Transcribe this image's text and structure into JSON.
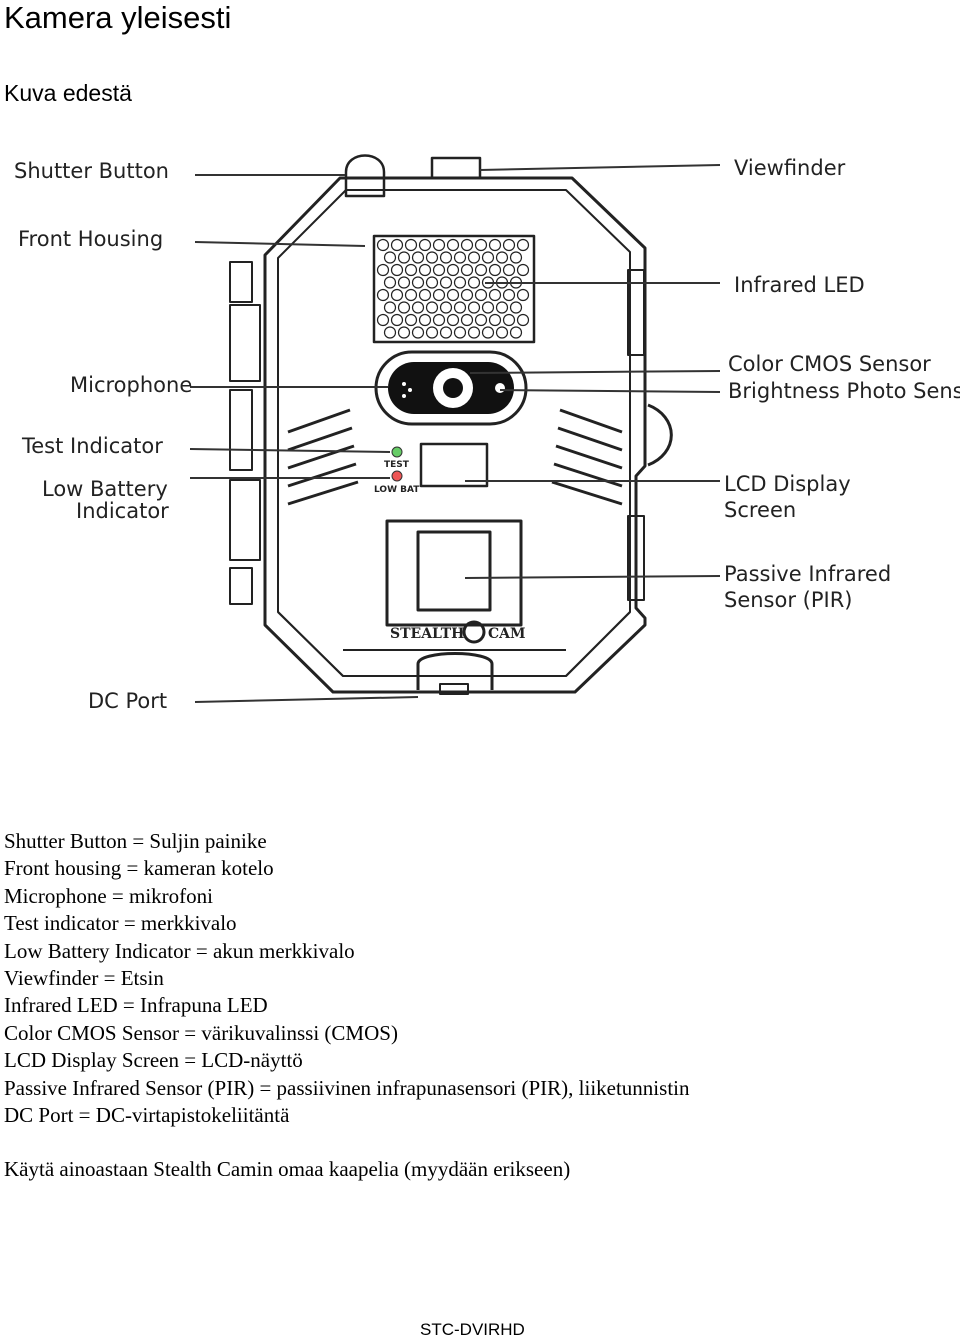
{
  "title": "Kamera yleisesti",
  "subtitle": "Kuva edestä",
  "diagram": {
    "labels": {
      "shutter_button": "Shutter Button",
      "front_housing": "Front Housing",
      "microphone": "Microphone",
      "test_indicator": "Test Indicator",
      "low_battery_1": "Low Battery",
      "low_battery_2": "Indicator",
      "dc_port": "DC Port",
      "viewfinder": "Viewfinder",
      "infrared_led": "Infrared LED",
      "color_cmos": "Color CMOS Sensor",
      "brightness": "Brightness Photo Sensor",
      "lcd_1": "LCD Display",
      "lcd_2": "Screen",
      "pir_1": "Passive Infrared",
      "pir_2": "Sensor (PIR)",
      "cam_test": "TEST",
      "cam_lowbat": "LOW BAT",
      "brand_left": "STEALTH",
      "brand_right": "CAM"
    }
  },
  "legend": [
    "Shutter Button = Suljin painike",
    "Front housing = kameran kotelo",
    "Microphone = mikrofoni",
    "Test indicator = merkkivalo",
    "Low Battery Indicator = akun merkkivalo",
    "Viewfinder = Etsin",
    "Infrared LED = Infrapuna LED",
    "Color CMOS Sensor  = värikuvalinssi (CMOS)",
    "LCD Display Screen = LCD-näyttö",
    "Passive Infrared Sensor (PIR) = passiivinen infrapunasensori (PIR), liiketunnistin",
    "DC Port = DC-virtapistokeliitäntä"
  ],
  "note": "Käytä ainoastaan Stealth Camin omaa kaapelia (myydään erikseen)",
  "footer": "STC-DVIRHD"
}
